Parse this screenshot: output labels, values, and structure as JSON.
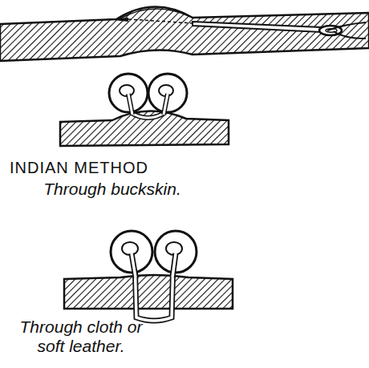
{
  "diagram": {
    "labels": [
      "INDIAN METHOD",
      "Through buckskin.",
      "Through cloth or soft leather."
    ]
  }
}
